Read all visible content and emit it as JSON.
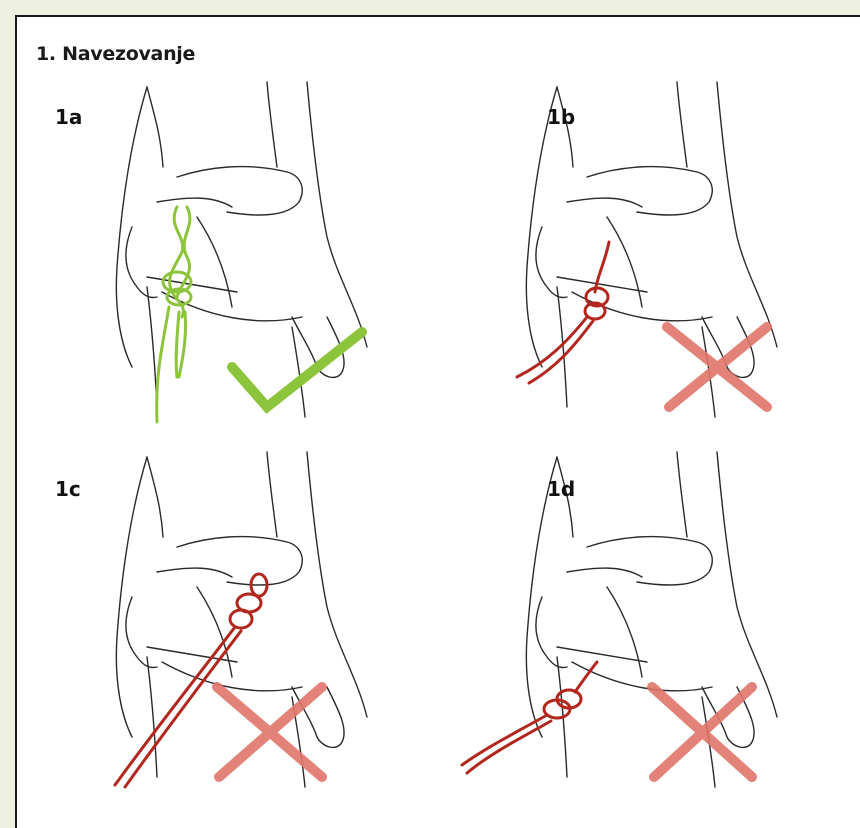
{
  "page": {
    "title": "1. Navezovanje",
    "background": "#eef1df",
    "frame_border": "#1a1a1a"
  },
  "panels": [
    {
      "label": "1a",
      "verdict": "correct",
      "rope_color": "#8cc43c",
      "mark_icon": "checkmark-icon"
    },
    {
      "label": "1b",
      "verdict": "incorrect",
      "rope_color": "#b3261e",
      "mark_icon": "cross-icon"
    },
    {
      "label": "1c",
      "verdict": "incorrect",
      "rope_color": "#b3261e",
      "mark_icon": "cross-icon"
    },
    {
      "label": "1d",
      "verdict": "incorrect",
      "rope_color": "#b3261e",
      "mark_icon": "cross-icon"
    }
  ],
  "colors": {
    "check": "#8cc43c",
    "cross": "#e0756a",
    "line": "#2a2a2a"
  }
}
